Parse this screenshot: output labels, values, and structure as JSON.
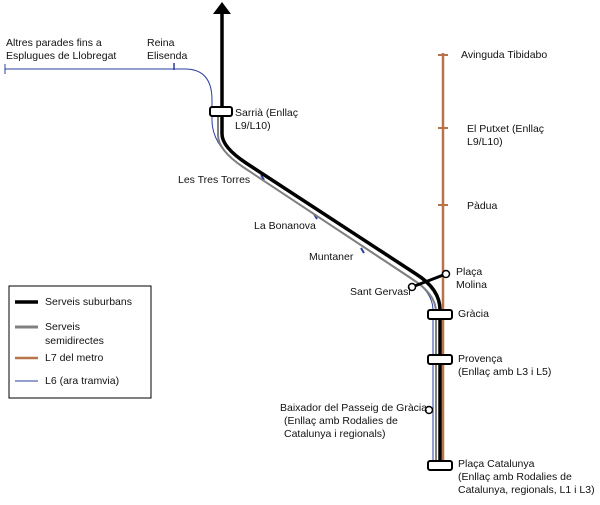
{
  "colors": {
    "suburban": "#000000",
    "semidirect": "#808080",
    "metro_l7": "#b8734a",
    "tram_l6": "#2a3fa0"
  },
  "stations": {
    "reina_elisenda": [
      "Reina",
      "Elisenda"
    ],
    "other_stops": [
      "Altres parades fins a",
      "Esplugues de Llobregat"
    ],
    "sarria": [
      "Sarrià (Enllaç",
      "L9/L10)"
    ],
    "tres_torres": [
      "Les Tres Torres"
    ],
    "bonanova": [
      "La Bonanova"
    ],
    "muntaner": [
      "Muntaner"
    ],
    "sant_gervasi": [
      "Sant Gervasi"
    ],
    "placa_molina": [
      "Plaça",
      "Molina"
    ],
    "gracia": [
      "Gràcia"
    ],
    "provenca": [
      "Provença",
      "(Enllaç amb L3 i L5)"
    ],
    "passeig_gracia": [
      "Baixador del Passeig de Gràcia",
      "(Enllaç amb Rodalies de",
      "Catalunya i regionals)"
    ],
    "placa_catalunya": [
      "Plaça Catalunya",
      "(Enllaç amb Rodalies de",
      "Catalunya, regionals, L1 i L3)"
    ],
    "avinguda_tibidabo": [
      "Avinguda Tibidabo"
    ],
    "el_putxet": [
      "El Putxet (Enllaç",
      "L9/L10)"
    ],
    "padua": [
      "Pàdua"
    ]
  },
  "legend": {
    "suburban": [
      "Serveis suburbans"
    ],
    "semidirect": [
      "Serveis",
      "semidirectes"
    ],
    "metro_l7": [
      "L7 del metro"
    ],
    "tram_l6": [
      "L6 (ara tramvia)"
    ]
  }
}
